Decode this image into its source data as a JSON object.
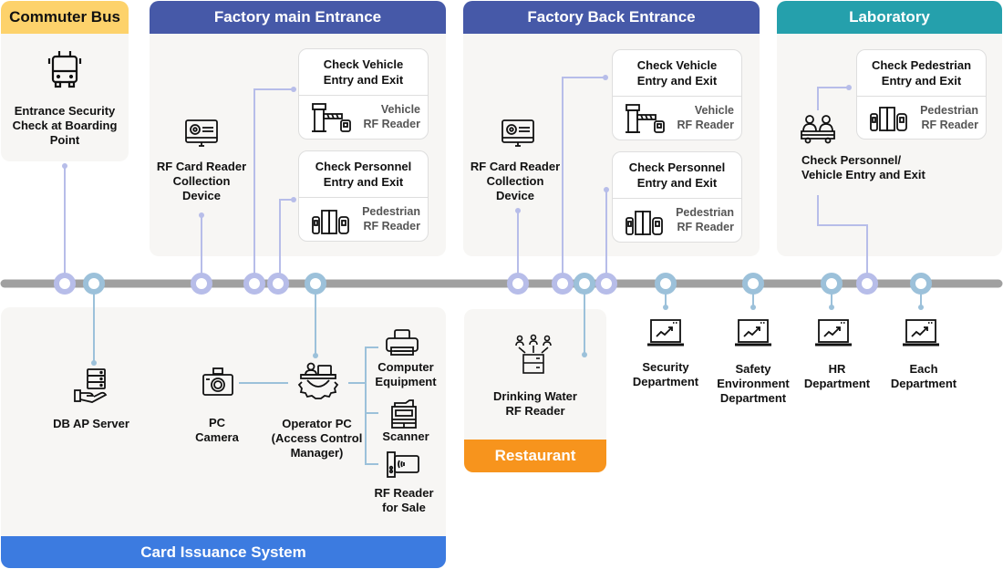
{
  "colors": {
    "commuter_bus": "#fdd26b",
    "factory": "#4659a8",
    "laboratory": "#25a0ac",
    "restaurant": "#f7941d",
    "card_issuance": "#3c7be0",
    "bus_line": "#a0a0a0",
    "node_lavender": "#b7bde9",
    "node_blue": "#9cc1da"
  },
  "commuter_bus": {
    "title": "Commuter Bus",
    "item": {
      "icon": "bus-icon",
      "label": "Entrance Security\nCheck at Boarding\nPoint"
    }
  },
  "factory_main": {
    "title": "Factory main Entrance",
    "collector": {
      "icon": "monitor-gear-icon",
      "label": "RF Card Reader\nCollection\nDevice"
    },
    "vehicle_card": {
      "title": "Check Vehicle\nEntry and Exit",
      "icon": "barrier-gate-icon",
      "sub": "Vehicle\nRF Reader"
    },
    "personnel_card": {
      "title": "Check Personnel\nEntry and Exit",
      "icon": "turnstile-icon",
      "sub": "Pedestrian\nRF Reader"
    }
  },
  "factory_back": {
    "title": "Factory Back Entrance",
    "collector": {
      "icon": "monitor-gear-icon",
      "label": "RF Card Reader\nCollection\nDevice"
    },
    "vehicle_card": {
      "title": "Check Vehicle\nEntry and Exit",
      "icon": "barrier-gate-icon",
      "sub": "Vehicle\nRF Reader"
    },
    "personnel_card": {
      "title": "Check Personnel\nEntry and Exit",
      "icon": "turnstile-icon",
      "sub": "Pedestrian\nRF Reader"
    }
  },
  "laboratory": {
    "title": "Laboratory",
    "pedestrian_card": {
      "title": "Check Pedestrian\nEntry and Exit",
      "icon": "turnstile-icon",
      "sub": "Pedestrian\nRF Reader"
    },
    "item": {
      "icon": "people-car-icon",
      "label": "Check Personnel/\nVehicle Entry and Exit"
    }
  },
  "card_issuance": {
    "title": "Card Issuance System",
    "db_server": {
      "icon": "server-hand-icon",
      "label": "DB AP Server"
    },
    "pc_camera": {
      "icon": "camera-icon",
      "label": "PC\nCamera"
    },
    "operator_pc": {
      "icon": "operator-gear-icon",
      "label": "Operator PC\n(Access Control\nManager)"
    },
    "peripherals": [
      {
        "icon": "printer-icon",
        "label": "Computer\nEquipment"
      },
      {
        "icon": "scanner-icon",
        "label": "Scanner"
      },
      {
        "icon": "rf-reader-icon",
        "label": "RF Reader\nfor Sale"
      }
    ]
  },
  "restaurant": {
    "title": "Restaurant",
    "item": {
      "icon": "water-dispenser-icon",
      "label": "Drinking Water\nRF Reader"
    }
  },
  "departments": [
    {
      "icon": "laptop-chart-icon",
      "label": "Security\nDepartment"
    },
    {
      "icon": "laptop-chart-icon",
      "label": "Safety\nEnvironment\nDepartment"
    },
    {
      "icon": "laptop-chart-icon",
      "label": "HR\nDepartment"
    },
    {
      "icon": "laptop-chart-icon",
      "label": "Each\nDepartment"
    }
  ]
}
